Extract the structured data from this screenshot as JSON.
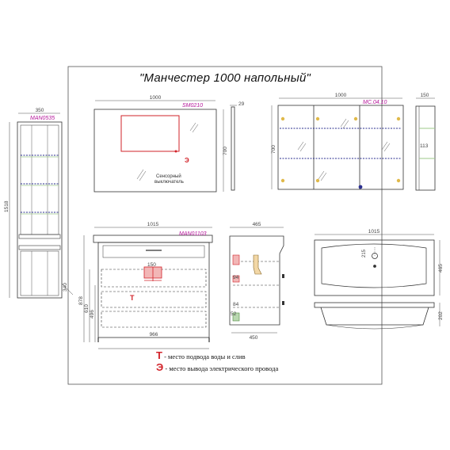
{
  "title": "\"Манчестер 1000 напольный\"",
  "codes": {
    "column": "MAN0535",
    "mirror": "SM0210",
    "cabinet": "MC.04.10",
    "vanity": "MAN01103"
  },
  "dims": {
    "column_width": "350",
    "column_height": "1518",
    "column_depth": "340",
    "mirror_width": "1000",
    "mirror_height": "700",
    "mirror_depth": "29",
    "cabinet_width": "1000",
    "cabinet_height": "700",
    "cabinet_depth": "150",
    "cabinet_shelf": "113",
    "vanity_width": "1015",
    "vanity_body_width": "966",
    "vanity_height": "878",
    "vanity_mid": "610",
    "vanity_low": "496",
    "vanity_pipe": "150",
    "side_depth": "465",
    "side_inner": "450",
    "side_h1": "94",
    "side_h2": "84",
    "side_h3": "52",
    "basin_width": "1015",
    "basin_depth": "465",
    "basin_offset": "215",
    "basin_height": "202"
  },
  "labels": {
    "sensor_switch_1": "Сенсорный",
    "sensor_switch_2": "выключатель",
    "mirror_marker": "Э",
    "vanity_marker": "Т"
  },
  "legend": {
    "water_symbol": "Т",
    "water_text": "- место подвода воды и слив",
    "power_symbol": "Э",
    "power_text": "- место вывода электрического провода"
  },
  "colors": {
    "line": "#333333",
    "dim": "#444444",
    "accent": "#d2232a",
    "code": "#b5159a",
    "led": "#2b2f8f",
    "shelf": "#9ec98a",
    "knob": "#e0b94a"
  }
}
